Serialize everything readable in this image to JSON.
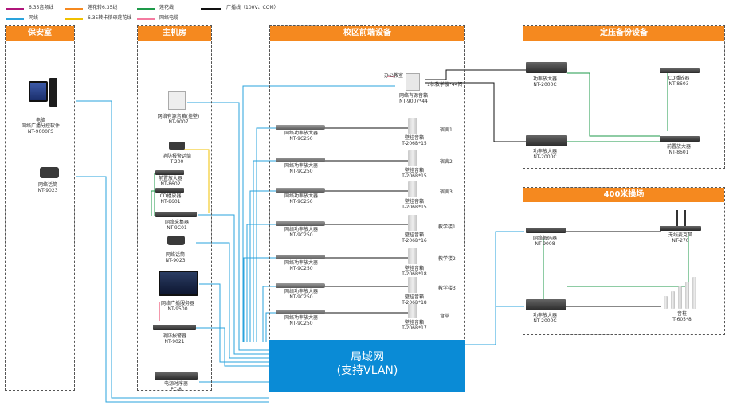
{
  "legend": [
    {
      "label": "6.35音频线",
      "color": "#b0157a"
    },
    {
      "label": "莲花转6.35线",
      "color": "#f5891f"
    },
    {
      "label": "莲花线",
      "color": "#1e9a4a"
    },
    {
      "label": "广播线（100V、COM）",
      "color": "#111111"
    },
    {
      "label": "网线",
      "color": "#2aa3dc"
    },
    {
      "label": "6.35转卡侬母莲花线",
      "color": "#f0c000"
    },
    {
      "label": "网络电缆",
      "color": "#f47aa0"
    }
  ],
  "panels": {
    "security": {
      "title": "保安室"
    },
    "main_room": {
      "title": "主机房"
    },
    "campus": {
      "title": "校区前端设备"
    },
    "backup": {
      "title": "定压备份设备"
    },
    "playground": {
      "title": "400米操场"
    }
  },
  "security_devices": {
    "pc": {
      "line1": "电脑",
      "line2": "网络广播分控软件",
      "line3": "NT-9000FS"
    },
    "mic": {
      "line1": "网络话筒",
      "line2": "NT-9023"
    }
  },
  "main_devices": {
    "wall_speaker": {
      "line1": "网络有源音箱(挂壁)",
      "line2": "NT-9007"
    },
    "alarm_mic": {
      "line1": "消防报警话筒",
      "line2": "T-200"
    },
    "preamp": {
      "line1": "前置放大器",
      "line2": "NT-8602"
    },
    "cd": {
      "line1": "CD播放器",
      "line2": "NT-8601"
    },
    "adapter": {
      "line1": "网络采集器",
      "line2": "NT-9C01"
    },
    "mic": {
      "line1": "网络话筒",
      "line2": "NT-9023"
    },
    "server": {
      "line1": "网络广播服务器",
      "line2": "NT-9500"
    },
    "alarm_box": {
      "line1": "消防报警器",
      "line2": "NT-9021"
    },
    "sequencer": {
      "line1": "电源时序器",
      "line2": "PC-8"
    }
  },
  "campus": {
    "top_speaker": {
      "line1": "网络有源音箱",
      "line2": "NT-9007*44"
    },
    "top_left_note": "办公教室",
    "top_right_note": "1栋教学楼*44间",
    "amp_label": {
      "line1": "网络功率放大器",
      "line2": "NT-9C250"
    },
    "speaker_label": "壁挂音箱",
    "rows": [
      {
        "speaker_model": "T-206B*15",
        "zone": "宿舍1"
      },
      {
        "speaker_model": "T-206B*15",
        "zone": "宿舍2"
      },
      {
        "speaker_model": "T-206B*15",
        "zone": "宿舍3"
      },
      {
        "speaker_model": "T-206B*16",
        "zone": "教学楼1"
      },
      {
        "speaker_model": "T-206B*18",
        "zone": "教学楼2"
      },
      {
        "speaker_model": "T-206B*18",
        "zone": "教学楼3"
      },
      {
        "speaker_model": "T-206B*17",
        "zone": "食堂",
        "speaker_name": "壁挂音箱"
      }
    ],
    "lan": {
      "line1": "局域网",
      "line2": "(支持VLAN)"
    }
  },
  "backup": {
    "amp1": {
      "line1": "功率放大器",
      "line2": "NT-2000C"
    },
    "amp2": {
      "line1": "功率放大器",
      "line2": "NT-2000C"
    },
    "cd": {
      "line1": "CD播放器",
      "line2": "NT-8603"
    },
    "preamp": {
      "line1": "前置放大器",
      "line2": "NT-8601"
    }
  },
  "playground": {
    "adapter": {
      "line1": "网络解码器",
      "line2": "NT-9008"
    },
    "wireless_mic": {
      "line1": "无线麦克风",
      "line2": "NT-270"
    },
    "amp": {
      "line1": "功率放大器",
      "line2": "NT-2000C"
    },
    "columns": {
      "line1": "音柱",
      "line2": "T-605*8"
    }
  }
}
